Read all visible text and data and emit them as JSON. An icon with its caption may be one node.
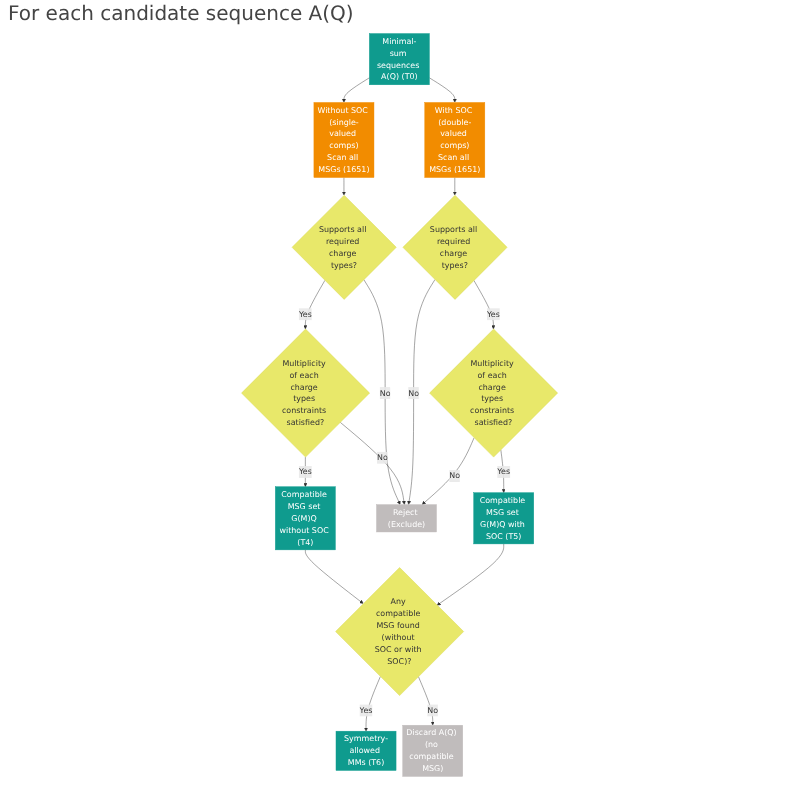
{
  "diagram": {
    "nodes": [
      {
        "text": [
          "Minimal-sum sequences A(Q) (T0)"
        ]
      },
      {
        "text": [
          "Without SOC (single-valued comps)",
          "Scan all MSGs (1651)"
        ]
      },
      {
        "text": [
          "Supports all required charge types?"
        ]
      },
      {
        "text": [
          "Multiplicity of each charge types constraints satisfied?"
        ]
      },
      {
        "text": [
          "Compatible MSG set G(M)Q without SOC (T4)"
        ]
      },
      {
        "text": [
          "With SOC (double-valued comps)",
          "Scan all MSGs (1651)"
        ]
      },
      {
        "text": [
          "Supports all required charge types?"
        ]
      },
      {
        "text": [
          "Multiplicity of each charge types constraints satisfied?"
        ]
      },
      {
        "text": [
          "Compatible MSG set G(M)Q with SOC (T5)"
        ]
      },
      {
        "text": [
          "Reject (Exclude)"
        ]
      },
      {
        "text": [
          "Any compatible MSG found (without SOC or with SOC)?"
        ]
      },
      {
        "text": [
          "Symmetry-allowed MMs (T6)"
        ]
      },
      {
        "text": [
          "Discard A(Q) (no compatible MSG)"
        ]
      }
    ],
    "edges": [
      {
        "from": 0,
        "to": 1,
        "arrow": "to"
      },
      {
        "from": 0,
        "to": 5,
        "arrow": "to"
      },
      {
        "from": 1,
        "to": 2,
        "arrow": "to"
      },
      {
        "from": 2,
        "to": 3,
        "arrow": "to",
        "label": "Yes"
      },
      {
        "from": 3,
        "to": 4,
        "arrow": "to",
        "label": "Yes"
      },
      {
        "from": 2,
        "to": 9,
        "arrow": "to",
        "label": "No"
      },
      {
        "from": 3,
        "to": 9,
        "arrow": "to",
        "label": "No"
      },
      {
        "from": 5,
        "to": 6,
        "arrow": "to"
      },
      {
        "from": 6,
        "to": 7,
        "arrow": "to",
        "label": "Yes"
      },
      {
        "from": 7,
        "to": 8,
        "arrow": "to",
        "label": "Yes"
      },
      {
        "from": 6,
        "to": 9,
        "arrow": "to",
        "label": "No"
      },
      {
        "from": 7,
        "to": 9,
        "arrow": "to",
        "label": "No"
      },
      {
        "from": 4,
        "to": 10,
        "arrow": "to"
      },
      {
        "from": 8,
        "to": 10,
        "arrow": "to"
      },
      {
        "from": 10,
        "to": 11,
        "arrow": "to",
        "label": "Yes"
      },
      {
        "from": 10,
        "to": 12,
        "arrow": "to",
        "label": "No"
      }
    ],
    "labels": [
      "For each candidate sequence A(Q)"
    ]
  }
}
